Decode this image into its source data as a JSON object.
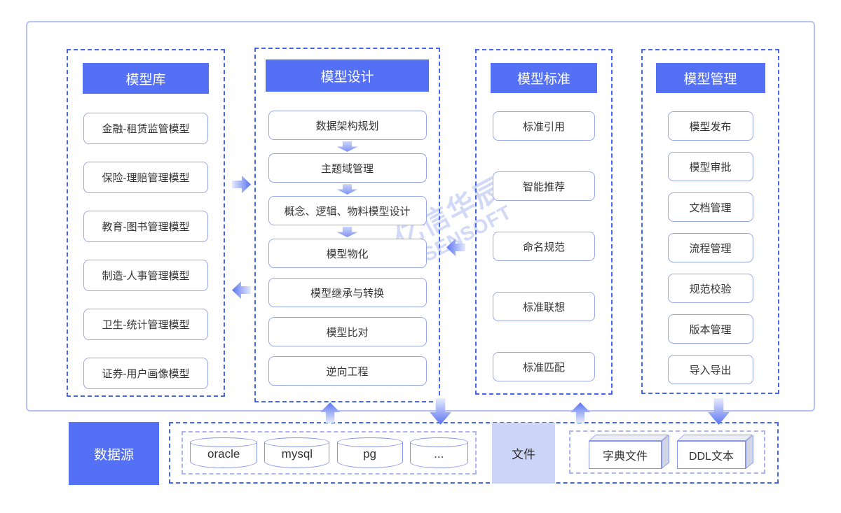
{
  "diagram": {
    "columns": [
      {
        "title": "模型库",
        "items": [
          "金融-租赁监管模型",
          "保险-理赔管理模型",
          "教育-图书管理模型",
          "制造-人事管理模型",
          "卫生-统计管理模型",
          "证券-用户画像模型"
        ]
      },
      {
        "title": "模型设计",
        "items": [
          "数据架构规划",
          "主题域管理",
          "概念、逻辑、物料模型设计",
          "模型物化",
          "模型继承与转换",
          "模型比对",
          "逆向工程"
        ]
      },
      {
        "title": "模型标准",
        "items": [
          "标准引用",
          "智能推荐",
          "命名规范",
          "标准联想",
          "标准匹配"
        ]
      },
      {
        "title": "模型管理",
        "items": [
          "模型发布",
          "模型审批",
          "文档管理",
          "流程管理",
          "规范校验",
          "版本管理",
          "导入导出"
        ]
      }
    ],
    "sources": {
      "datasource_label": "数据源",
      "databases": [
        "oracle",
        "mysql",
        "pg",
        "..."
      ],
      "file_label": "文件",
      "file_types": [
        "字典文件",
        "DDL文本"
      ]
    },
    "watermark": {
      "line1": "亿信华辰",
      "line2": "ESENSOFT"
    },
    "colors": {
      "header_blue": "#5470F4",
      "dashed_blue": "#4766EE",
      "box_border": "#98A5EF",
      "file_bg": "#CCD4F8",
      "watermark": "#AEBCF0"
    },
    "icons": {
      "flow": [
        "arrow-right-icon",
        "arrow-left-icon",
        "arrow-up-icon",
        "arrow-down-icon"
      ]
    }
  }
}
